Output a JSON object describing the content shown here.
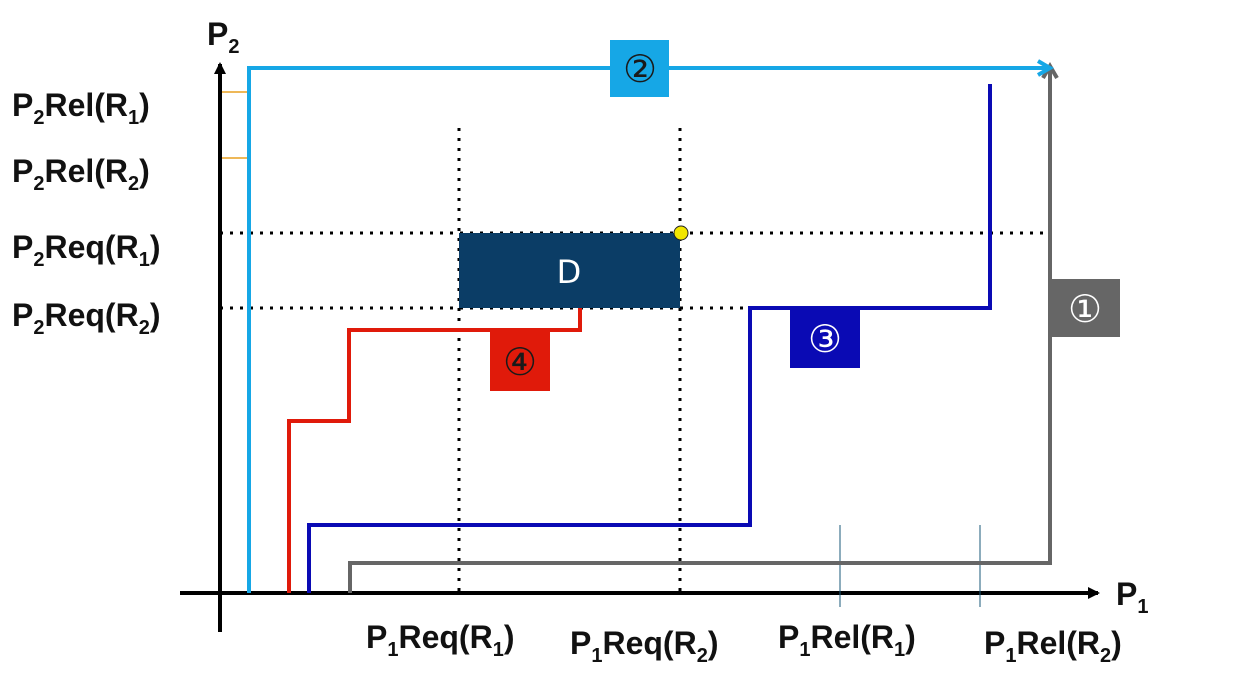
{
  "axes": {
    "y_label": {
      "main": "P",
      "sub": "2",
      "tail": ""
    },
    "x_label": {
      "main": "P",
      "sub": "1",
      "tail": ""
    }
  },
  "y_labels": [
    {
      "main": "P",
      "sub": "2",
      "mid": "Rel(R",
      "sub2": "1",
      "tail": ")"
    },
    {
      "main": "P",
      "sub": "2",
      "mid": "Rel(R",
      "sub2": "2",
      "tail": ")"
    },
    {
      "main": "P",
      "sub": "2",
      "mid": "Req(R",
      "sub2": "1",
      "tail": ")"
    },
    {
      "main": "P",
      "sub": "2",
      "mid": "Req(R",
      "sub2": "2",
      "tail": ")"
    }
  ],
  "x_labels": [
    {
      "main": "P",
      "sub": "1",
      "mid": "Req(R",
      "sub2": "1",
      "tail": ")"
    },
    {
      "main": "P",
      "sub": "1",
      "mid": "Req(R",
      "sub2": "2",
      "tail": ")"
    },
    {
      "main": "P",
      "sub": "1",
      "mid": "Rel(R",
      "sub2": "1",
      "tail": ")"
    },
    {
      "main": "P",
      "sub": "1",
      "mid": "Rel(R",
      "sub2": "2",
      "tail": ")"
    }
  ],
  "region": {
    "label": "D",
    "color": "#0b3d66"
  },
  "paths": [
    {
      "label": "①",
      "color": "#666666"
    },
    {
      "label": "②",
      "color": "#16a7e6"
    },
    {
      "label": "③",
      "color": "#0a0ab4"
    },
    {
      "label": "④",
      "color": "#e01a0a"
    }
  ]
}
